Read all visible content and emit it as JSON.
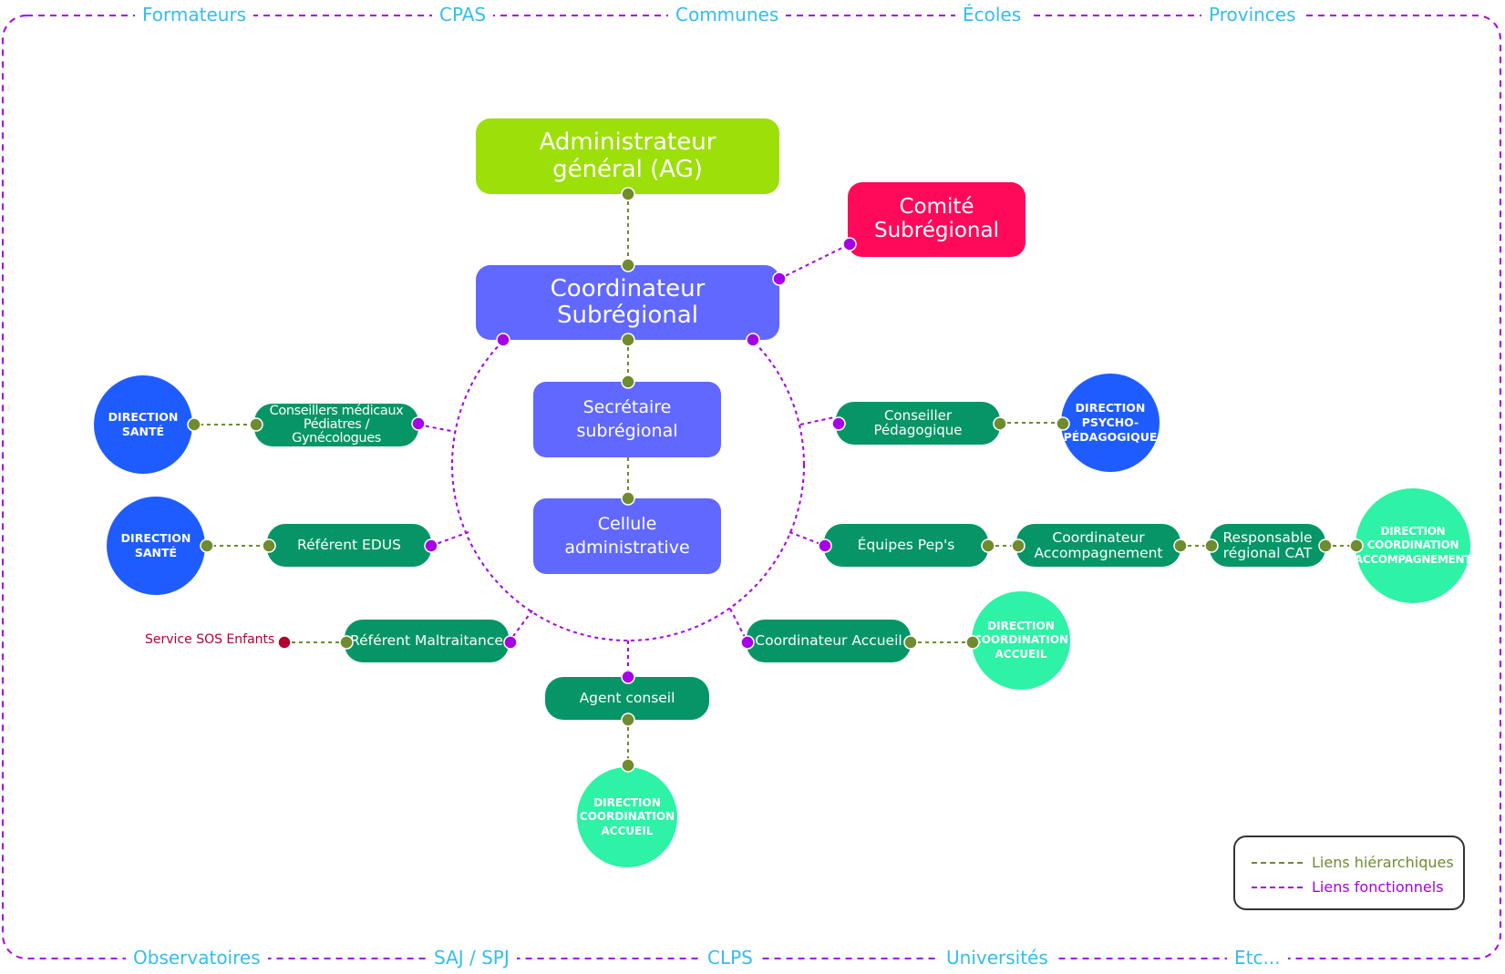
{
  "colors": {
    "hierarchical": "#6e8b2e",
    "functional": "#a600e6",
    "border": "#a600e6",
    "outer_text": "#33bdf0",
    "ag": "#9ddf08",
    "comite": "#ff0a5a",
    "coord": "#6168ff",
    "pill": "#069566",
    "direction_blue": "#1f5cff",
    "direction_mint": "#2ef2a6",
    "sos": "#b00030"
  },
  "top_labels": [
    "Formateurs",
    "CPAS",
    "Communes",
    "Écoles",
    "Provinces"
  ],
  "bottom_labels": [
    "Observatoires",
    "SAJ / SPJ",
    "CLPS",
    "Universités",
    "Etc..."
  ],
  "nodes": {
    "ag": "Administrateur\ngénéral (AG)",
    "comite": "Comité\nSubrégional",
    "coordinateur": "Coordinateur\nSubrégional",
    "secretaire": "Secrétaire\nsubrégional",
    "cellule": "Cellule\nadministrative",
    "conseillers_medicaux": "Conseillers médicaux\nPédiatres / Gynécologues",
    "referent_edus": "Référent EDUS",
    "referent_maltraitance": "Référent Maltraitance",
    "agent_conseil": "Agent conseil",
    "conseiller_pedagogique": "Conseiller Pédagogique",
    "equipes_peps": "Équipes Pep's",
    "coord_accompagnement": "Coordinateur\nAccompagnement",
    "responsable_cat": "Responsable\nrégional CAT",
    "coord_accueil": "Coordinateur Accueil"
  },
  "directions": {
    "sante_1": "DIRECTION\nSANTÉ",
    "sante_2": "DIRECTION\nSANTÉ",
    "psycho": "DIRECTION\nPSYCHO-\nPÉDAGOGIQUE",
    "accompagnement": "DIRECTION\nCOORDINATION\nACCOMPAGNEMENT",
    "accueil_right": "DIRECTION\nCOORDINATION\nACCUEIL",
    "accueil_bottom": "DIRECTION\nCOORDINATION\nACCUEIL"
  },
  "sos_label": "Service SOS Enfants",
  "legend": {
    "hierarchical": "Liens hiérarchiques",
    "functional": "Liens fonctionnels"
  }
}
